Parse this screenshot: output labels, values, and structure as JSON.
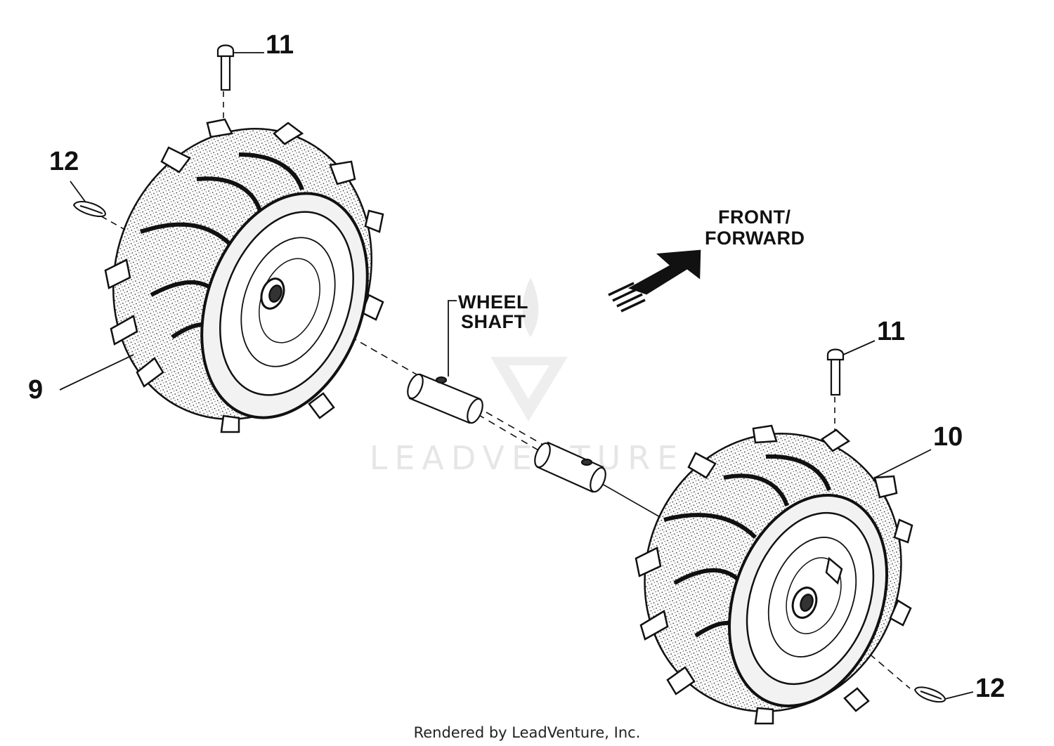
{
  "diagram": {
    "parts": {
      "pin_top_left": "11",
      "clip_left": "12",
      "wheel_left": "9",
      "pin_right": "11",
      "wheel_right": "10",
      "clip_right": "12"
    },
    "labels": {
      "wheel_shaft_line1": "WHEEL",
      "wheel_shaft_line2": "SHAFT",
      "direction_line1": "FRONT/",
      "direction_line2": "FORWARD"
    },
    "watermark_text": "LEADVENTURE",
    "footer_text": "Rendered by LeadVenture, Inc."
  }
}
